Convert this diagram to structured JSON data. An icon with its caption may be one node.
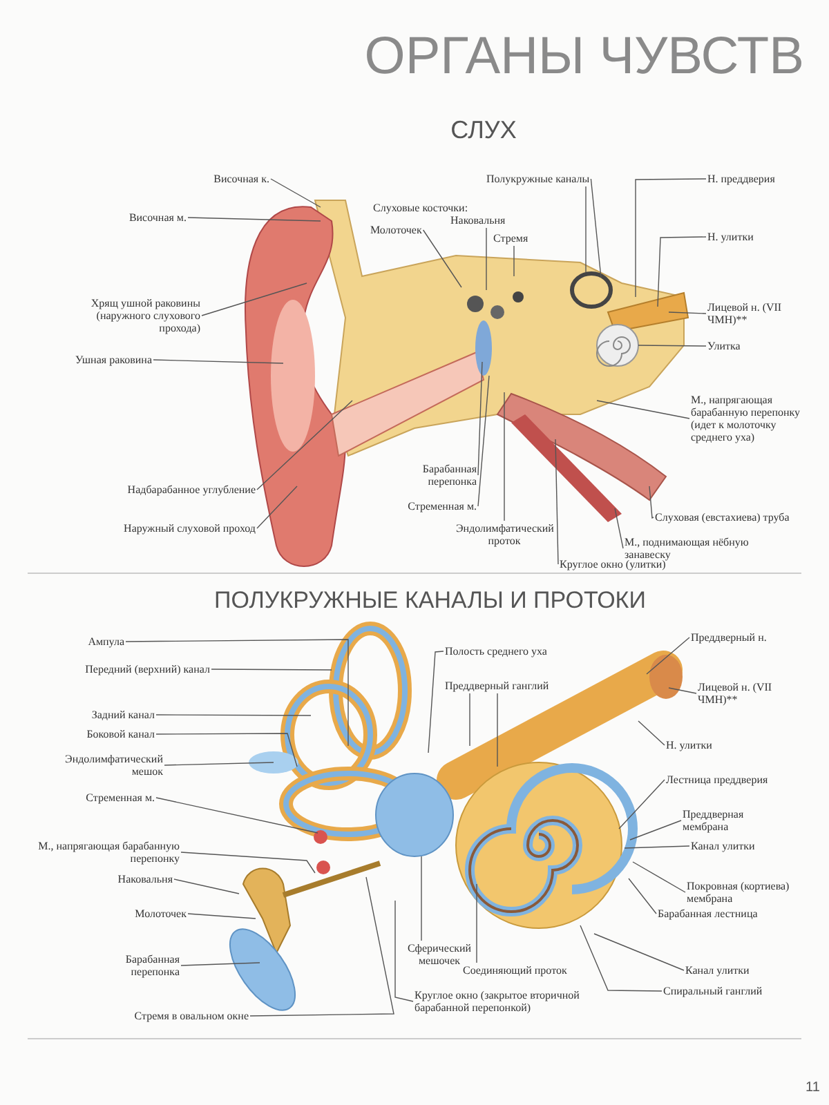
{
  "diagram": {
    "title": "ОРГАНЫ ЧУВСТВ",
    "nodes": [
      {
        "text": [
          "Височная к."
        ]
      },
      {
        "text": [
          "Височная м."
        ]
      },
      {
        "text": [
          "Хрящ ушной раковины (наружного слухового прохода)"
        ]
      },
      {
        "text": [
          "Ушная раковина"
        ]
      },
      {
        "text": [
          "Надбарабанное углубление"
        ]
      },
      {
        "text": [
          "Наружный слуховой проход"
        ]
      },
      {
        "text": [
          "Молоточек"
        ]
      },
      {
        "text": [
          "Наковальня"
        ]
      },
      {
        "text": [
          "Стремя"
        ]
      },
      {
        "text": [
          "Полукружные каналы"
        ]
      },
      {
        "text": [
          "Н. преддверия"
        ]
      },
      {
        "text": [
          "Н. улитки"
        ]
      },
      {
        "text": [
          "Лицевой н. (VII ЧМН)**"
        ]
      },
      {
        "text": [
          "Улитка"
        ]
      },
      {
        "text": [
          "М., напрягающая барабанную перепонку (идет к молоточку среднего уха)"
        ]
      },
      {
        "text": [
          "Слуховая (евстахиева) труба"
        ]
      },
      {
        "text": [
          "М., поднимающая нёбную занавеску"
        ]
      },
      {
        "text": [
          "Круглое окно (улитки)"
        ]
      },
      {
        "text": [
          "Эндолимфатический проток"
        ]
      },
      {
        "text": [
          "Стременная м."
        ]
      },
      {
        "text": [
          "Барабанная перепонка"
        ]
      },
      {
        "text": [
          "Ампула"
        ]
      },
      {
        "text": [
          "Передний (верхний) канал"
        ]
      },
      {
        "text": [
          "Задний канал"
        ]
      },
      {
        "text": [
          "Боковой канал"
        ]
      },
      {
        "text": [
          "Эндолимфатический мешок"
        ]
      },
      {
        "text": [
          "Стременная м."
        ]
      },
      {
        "text": [
          "М., напрягающая барабанную перепонку"
        ]
      },
      {
        "text": [
          "Наковальня"
        ]
      },
      {
        "text": [
          "Молоточек"
        ]
      },
      {
        "text": [
          "Барабанная перепонка"
        ]
      },
      {
        "text": [
          "Стремя в овальном окне"
        ]
      },
      {
        "text": [
          "Полость среднего уха"
        ]
      },
      {
        "text": [
          "Преддверный ганглий"
        ]
      },
      {
        "text": [
          "Сферический мешочек"
        ]
      },
      {
        "text": [
          "Соединяющий проток"
        ]
      },
      {
        "text": [
          "Круглое окно (закрытое вторичной барабанной перепонкой)"
        ]
      },
      {
        "text": [
          "Преддверный н."
        ]
      },
      {
        "text": [
          "Лицевой н. (VII ЧМН)**"
        ]
      },
      {
        "text": [
          "Н. улитки"
        ]
      },
      {
        "text": [
          "Лестница преддверия"
        ]
      },
      {
        "text": [
          "Преддверная мембрана"
        ]
      },
      {
        "text": [
          "Канал улитки"
        ]
      },
      {
        "text": [
          "Покровная (кортиева) мембрана"
        ]
      },
      {
        "text": [
          "Барабанная лестница"
        ]
      },
      {
        "text": [
          "Канал улитки"
        ]
      },
      {
        "text": [
          "Спиральный ганглий"
        ]
      }
    ],
    "edges": [
      {
        "from": 0,
        "to": null,
        "arrow": "none"
      },
      {
        "from": 1,
        "to": null,
        "arrow": "none"
      },
      {
        "from": 2,
        "to": null,
        "arrow": "none"
      },
      {
        "from": 3,
        "to": null,
        "arrow": "none"
      },
      {
        "from": 4,
        "to": null,
        "arrow": "none"
      },
      {
        "from": 5,
        "to": null,
        "arrow": "none"
      },
      {
        "from": 6,
        "to": null,
        "arrow": "none"
      },
      {
        "from": 7,
        "to": null,
        "arrow": "none"
      },
      {
        "from": 8,
        "to": null,
        "arrow": "none"
      },
      {
        "from": 9,
        "to": null,
        "arrow": "none"
      },
      {
        "from": 9,
        "to": null,
        "arrow": "none"
      },
      {
        "from": 10,
        "to": null,
        "arrow": "none"
      },
      {
        "from": 11,
        "to": null,
        "arrow": "none"
      },
      {
        "from": 12,
        "to": null,
        "arrow": "none"
      },
      {
        "from": 13,
        "to": null,
        "arrow": "none"
      },
      {
        "from": 14,
        "to": null,
        "arrow": "none"
      },
      {
        "from": 15,
        "to": null,
        "arrow": "none"
      },
      {
        "from": 16,
        "to": null,
        "arrow": "none"
      },
      {
        "from": 17,
        "to": null,
        "arrow": "none"
      },
      {
        "from": 18,
        "to": null,
        "arrow": "none"
      },
      {
        "from": 19,
        "to": null,
        "arrow": "none"
      },
      {
        "from": 20,
        "to": null,
        "arrow": "none"
      },
      {
        "from": 21,
        "to": null,
        "arrow": "none"
      },
      {
        "from": 22,
        "to": null,
        "arrow": "none"
      },
      {
        "from": 23,
        "to": null,
        "arrow": "none"
      },
      {
        "from": 24,
        "to": null,
        "arrow": "none"
      },
      {
        "from": 25,
        "to": null,
        "arrow": "none"
      },
      {
        "from": 26,
        "to": null,
        "arrow": "none"
      },
      {
        "from": 27,
        "to": null,
        "arrow": "none"
      },
      {
        "from": 28,
        "to": null,
        "arrow": "none"
      },
      {
        "from": 29,
        "to": null,
        "arrow": "none"
      },
      {
        "from": 30,
        "to": null,
        "arrow": "none"
      },
      {
        "from": 31,
        "to": null,
        "arrow": "none"
      },
      {
        "from": 32,
        "to": null,
        "arrow": "none"
      },
      {
        "from": 33,
        "to": null,
        "arrow": "none"
      },
      {
        "from": 33,
        "to": null,
        "arrow": "none"
      },
      {
        "from": 34,
        "to": null,
        "arrow": "none"
      },
      {
        "from": 35,
        "to": null,
        "arrow": "none"
      },
      {
        "from": 36,
        "to": null,
        "arrow": "none"
      },
      {
        "from": 37,
        "to": null,
        "arrow": "none"
      },
      {
        "from": 38,
        "to": null,
        "arrow": "none"
      },
      {
        "from": 39,
        "to": null,
        "arrow": "none"
      },
      {
        "from": 40,
        "to": null,
        "arrow": "none"
      },
      {
        "from": 41,
        "to": null,
        "arrow": "none"
      },
      {
        "from": 42,
        "to": null,
        "arrow": "none"
      },
      {
        "from": 43,
        "to": null,
        "arrow": "none"
      },
      {
        "from": 44,
        "to": null,
        "arrow": "none"
      },
      {
        "from": 45,
        "to": null,
        "arrow": "none"
      },
      {
        "from": 46,
        "to": null,
        "arrow": "none"
      }
    ],
    "labels": [
      "СЛУХ",
      "Слуховые косточки:",
      "ПОЛУКРУЖНЫЕ КАНАЛЫ И ПРОТОКИ",
      "11"
    ]
  }
}
